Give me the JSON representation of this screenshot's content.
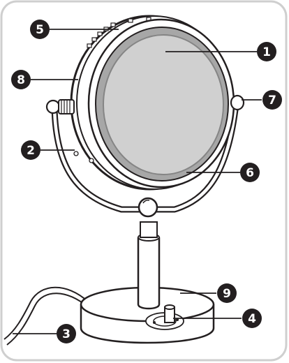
{
  "callouts": {
    "c1": "1",
    "c2": "2",
    "c3": "3",
    "c4": "4",
    "c5": "5",
    "c6": "6",
    "c7": "7",
    "c8": "8",
    "c9": "9"
  },
  "colors": {
    "frame": "#cfcfcf",
    "line": "#231f20",
    "mirror_ring": "#a7a7a7",
    "mirror_glass": "#d0d0d0",
    "mirror_border": "#858585",
    "callout_fill": "#231f20"
  }
}
